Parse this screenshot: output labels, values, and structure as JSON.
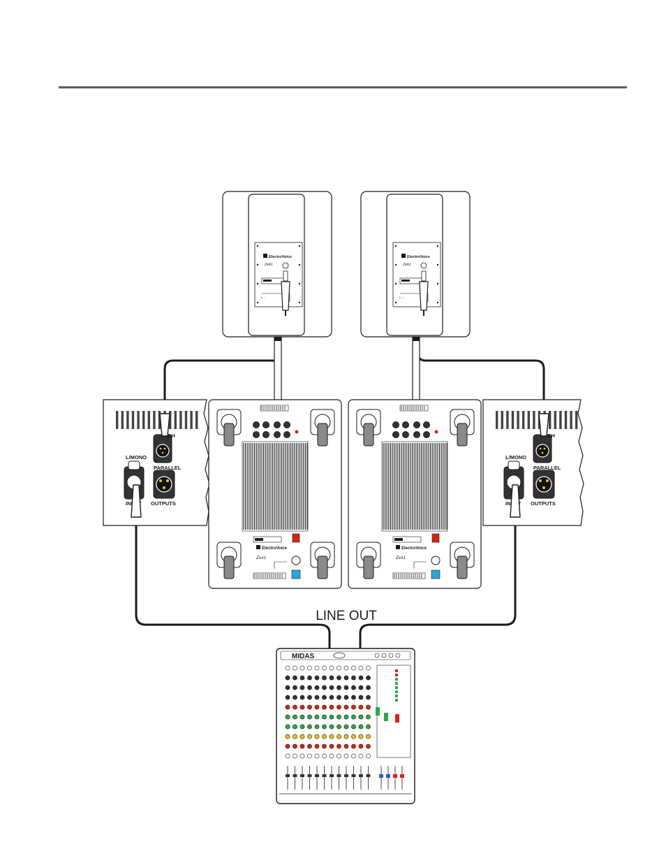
{
  "diagram": {
    "line_out_label": "LINE OUT",
    "mixer": {
      "brand": "MIDAS"
    },
    "subwoofers": [
      {
        "brand": "ElectroVoice",
        "model": "ZxA1"
      },
      {
        "brand": "ElectroVoice",
        "model": "ZxA1"
      }
    ],
    "tops": [
      {
        "brand": "ElectroVoice",
        "model": "ZxA1"
      },
      {
        "brand": "ElectroVoice",
        "model": "ZxA1"
      }
    ],
    "panels": [
      {
        "input_top_label": "L/MONO",
        "input_label": "INPUT",
        "high_label": "HIGH",
        "parallel_label": "PARALLEL",
        "outputs_label": "OUTPUTS"
      },
      {
        "input_top_label": "L/MONO",
        "input_label": "INPUT",
        "high_label": "HIGH",
        "parallel_label": "PARALLEL",
        "outputs_label": "OUTPUTS"
      }
    ]
  },
  "colors": {
    "line": "#1a1a1a",
    "rule": "#555555",
    "panel_fill": "#f2f2f2",
    "handle_fill": "#8a8a8a",
    "power_switch": "#d8221c",
    "speakon": "#2aa6d8",
    "mixer_red": "#d8221c",
    "mixer_green": "#2fa64a",
    "mixer_yellow": "#e8c21a",
    "mixer_blue": "#2a5db0"
  }
}
